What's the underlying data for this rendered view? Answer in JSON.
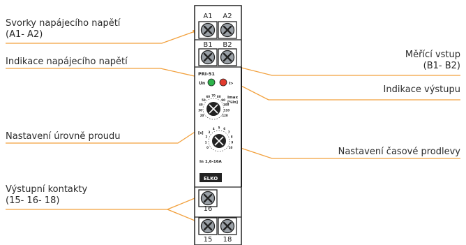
{
  "callouts": {
    "supply_terminals": {
      "line1": "Svorky napájecího napětí",
      "line2": "(A1- A2)"
    },
    "supply_indicator": {
      "line1": "Indikace napájecího napětí"
    },
    "current_setting": {
      "line1": "Nastavení úrovně proudu"
    },
    "output_contacts": {
      "line1": "Výstupní kontakty",
      "line2": "(15- 16- 18)"
    },
    "measuring_input": {
      "line1": "Měřící vstup",
      "line2": "(B1- B2)"
    },
    "output_indicator": {
      "line1": "Indikace výstupu"
    },
    "delay_setting": {
      "line1": "Nastavení časové prodlevy"
    }
  },
  "device": {
    "model": "PRI-51",
    "led_un": "Un",
    "led_out": "I>",
    "imax_label": "Imax",
    "imax_unit": "[%In]",
    "range_label": "In 1,6-16A",
    "time_unit": "[s]",
    "brand": "ELKO",
    "terminals": {
      "a1": "A1",
      "a2": "A2",
      "b1": "B1",
      "b2": "B2",
      "t16": "16",
      "t15": "15",
      "t18": "18"
    },
    "dial_current_ticks": [
      "20",
      "30",
      "40",
      "50",
      "60",
      "70",
      "80",
      "90",
      "100",
      "110",
      "120"
    ],
    "dial_time_ticks": [
      "0",
      "1",
      "2",
      "3",
      "4",
      "5",
      "6",
      "7",
      "8",
      "9",
      "10"
    ]
  },
  "colors": {
    "leader": "#f2a03c",
    "housing": "#ffffff",
    "outline": "#222222",
    "screw": "#9aa0a6",
    "led_green": "#2db34a",
    "led_red": "#e23b2e",
    "knob": "#222222",
    "text": "#2a2a2a"
  }
}
